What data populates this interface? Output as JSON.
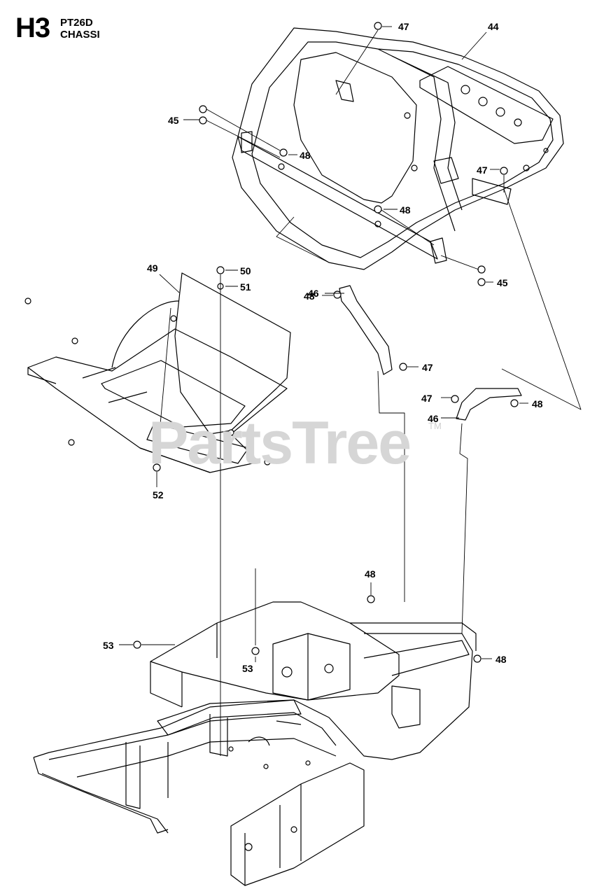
{
  "header": {
    "code": "H3",
    "model": "PT26D",
    "section": "CHASSI"
  },
  "watermark": {
    "text": "PartsTree",
    "tm": "TM"
  },
  "callouts": [
    {
      "id": "c47a",
      "label": "47"
    },
    {
      "id": "c44",
      "label": "44"
    },
    {
      "id": "c45a",
      "label": "45"
    },
    {
      "id": "c48a",
      "label": "48"
    },
    {
      "id": "c47b",
      "label": "47"
    },
    {
      "id": "c48b",
      "label": "48"
    },
    {
      "id": "c45b",
      "label": "45"
    },
    {
      "id": "c49",
      "label": "49"
    },
    {
      "id": "c50",
      "label": "50"
    },
    {
      "id": "c51",
      "label": "51"
    },
    {
      "id": "c46a",
      "label": "46"
    },
    {
      "id": "c48c",
      "label": "48"
    },
    {
      "id": "c47c",
      "label": "47"
    },
    {
      "id": "c47d",
      "label": "47"
    },
    {
      "id": "c48d",
      "label": "48"
    },
    {
      "id": "c46b",
      "label": "46"
    },
    {
      "id": "c52",
      "label": "52"
    },
    {
      "id": "c48e",
      "label": "48"
    },
    {
      "id": "c53a",
      "label": "53"
    },
    {
      "id": "c53b",
      "label": "53"
    },
    {
      "id": "c48f",
      "label": "48"
    }
  ]
}
